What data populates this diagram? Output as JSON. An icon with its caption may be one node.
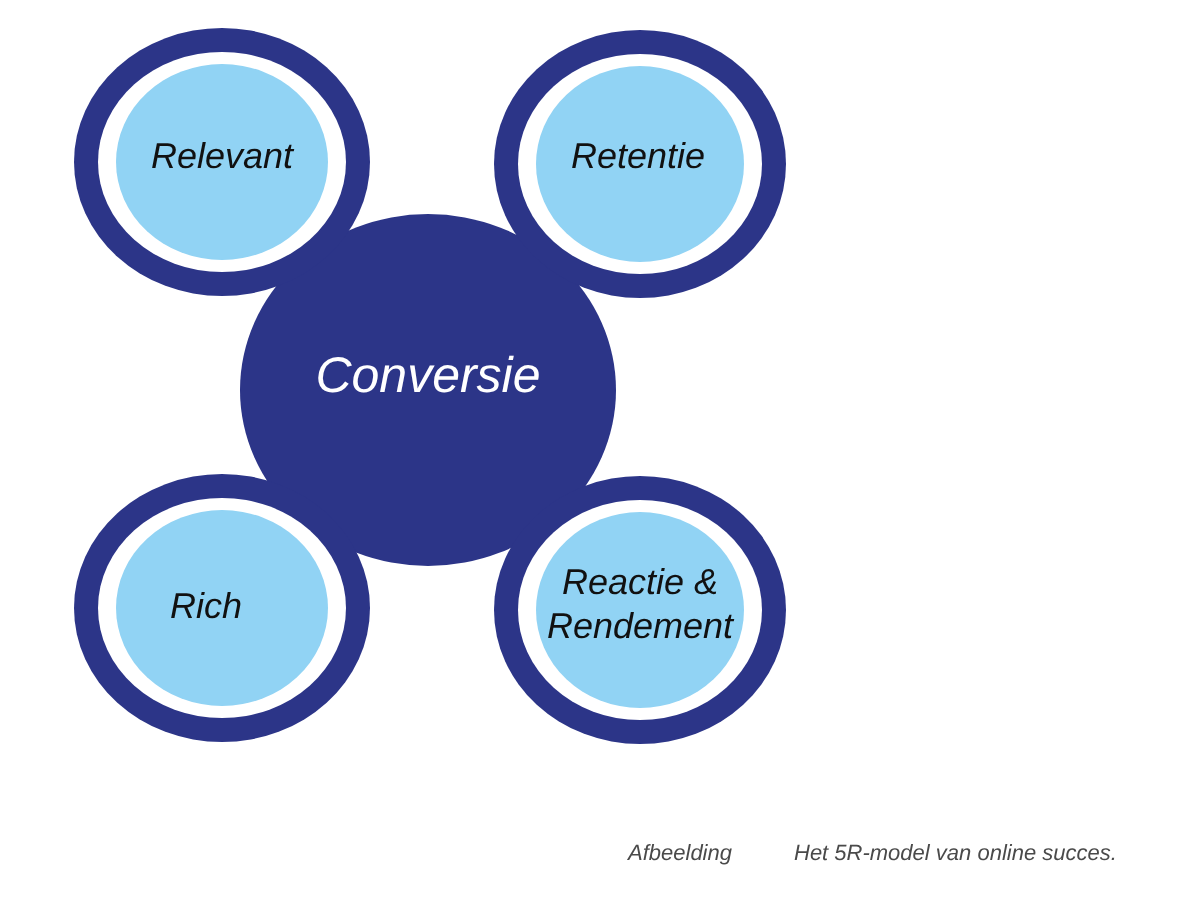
{
  "diagram": {
    "caption": "Het 5R-model van online succes.",
    "nodes": [
      {
        "text": [
          "Relevant"
        ]
      },
      {
        "text": [
          "Retentie"
        ]
      },
      {
        "text": [
          "Conversie"
        ]
      },
      {
        "text": [
          "Rich"
        ]
      },
      {
        "text": [
          "Reactie & Rendement"
        ]
      }
    ],
    "labels": [
      "Afbeelding"
    ]
  }
}
